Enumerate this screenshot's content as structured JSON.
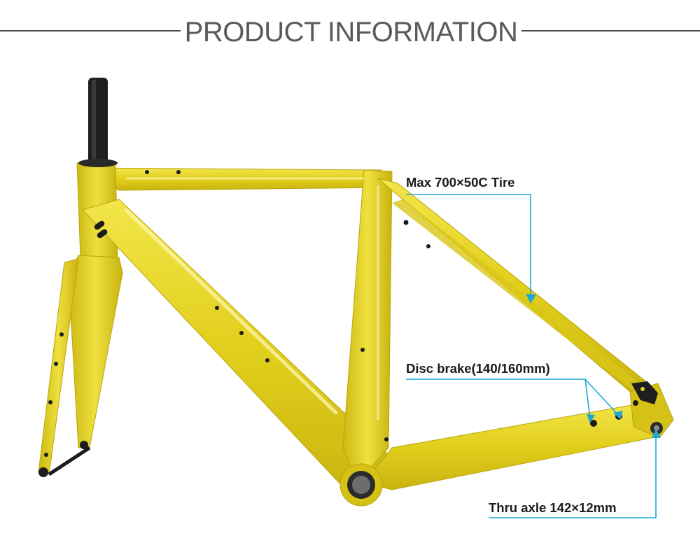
{
  "header": {
    "title": "PRODUCT INFORMATION"
  },
  "callouts": {
    "tire": "Max 700×50C Tire",
    "brake": "Disc brake(140/160mm)",
    "axle": "Thru axle 142×12mm"
  },
  "colors": {
    "frame": "#e3d21f",
    "callout_line": "#1ba9d8",
    "header_rule": "#4a4a4a"
  }
}
